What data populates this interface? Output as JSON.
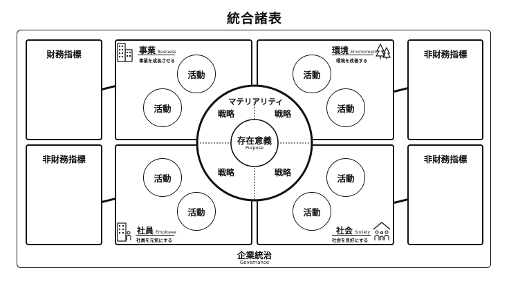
{
  "title": "統合諸表",
  "non_financial_top_left": "財務指標",
  "non_financial_bottom_left": "非財務指標",
  "non_financial_top_right": "非財務指標",
  "non_financial_bottom_right": "非財務指標",
  "quadrants": {
    "business": {
      "label": "事業",
      "en": "Business",
      "sub": "事業を成長させる",
      "activities": [
        "活動",
        "活動"
      ]
    },
    "environment": {
      "label": "環境",
      "en": "Environment",
      "sub": "環境を改善する",
      "activities": [
        "活動",
        "活動"
      ]
    },
    "employee": {
      "label": "社員",
      "en": "Employee",
      "sub": "社員を元気にする",
      "activities": [
        "活動",
        "活動"
      ]
    },
    "society": {
      "label": "社会",
      "en": "Society",
      "sub": "社会を良好にする",
      "activities": [
        "活動",
        "活動"
      ]
    }
  },
  "center": {
    "ring_title": "マテリアリティ",
    "strategies": [
      "戦略",
      "戦略",
      "戦略",
      "戦略"
    ],
    "core_label": "存在意義",
    "core_en": "Purpose"
  },
  "governance": {
    "label": "企業統治",
    "en": "Governance"
  },
  "icons": [
    "office-building-icon",
    "forest-icon",
    "employees-icon",
    "community-house-icon"
  ]
}
